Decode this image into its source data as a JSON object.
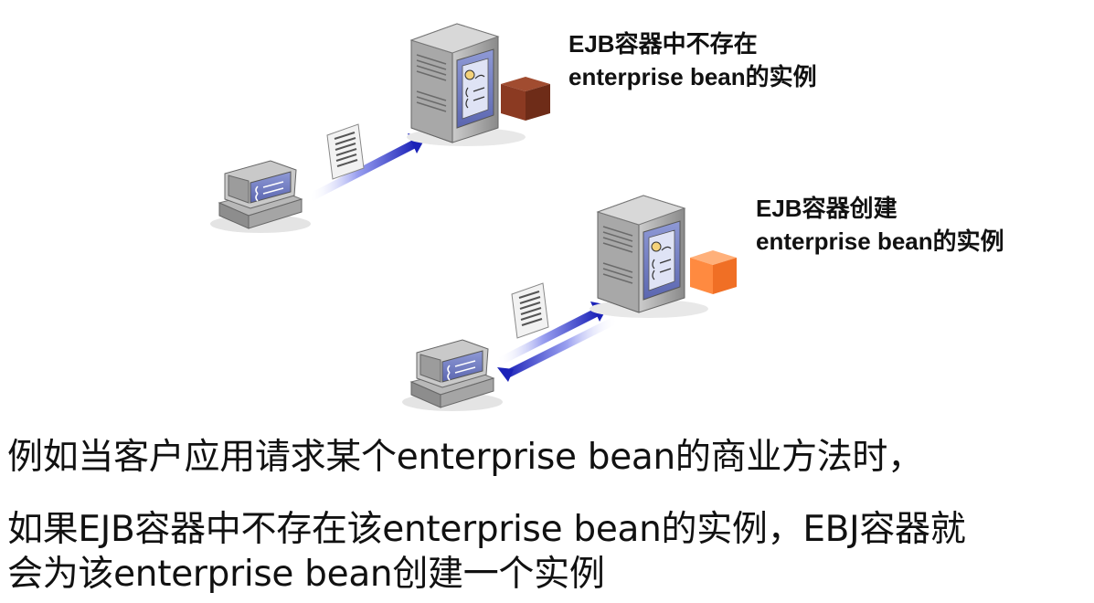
{
  "scenario_top": {
    "label_line1": "EJB容器中不存在",
    "label_line2": "enterprise bean的实例"
  },
  "scenario_bottom": {
    "label_line1": "EJB容器创建",
    "label_line2": "enterprise bean的实例"
  },
  "caption": {
    "line1": "例如当客户应用请求某个enterprise bean的商业方法时，",
    "line2": "如果EJB容器中不存在该enterprise bean的实例，EBJ容器就",
    "line3": "会为该enterprise bean创建一个实例"
  },
  "colors": {
    "bean_missing": "#8b3a22",
    "bean_created": "#ff8a40",
    "arrow": "#2a2fc0",
    "monitor_screen": "#7a86c8"
  }
}
